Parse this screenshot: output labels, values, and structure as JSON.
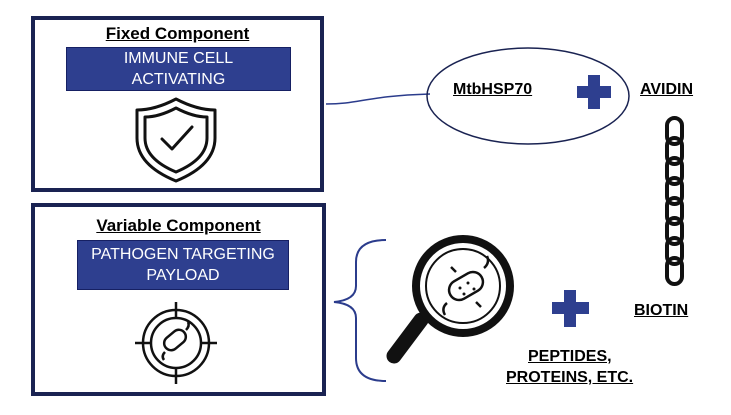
{
  "fixed": {
    "title": "Fixed Component",
    "band_line1": "IMMUNE CELL",
    "band_line2": "ACTIVATING"
  },
  "variable": {
    "title": "Variable Component",
    "band_line1": "PATHOGEN TARGETING",
    "band_line2": "PAYLOAD"
  },
  "labels": {
    "hsp": "MtbHSP70",
    "avidin": "AVIDIN",
    "biotin": "BIOTIN",
    "peptides_line1": "PEPTIDES,",
    "peptides_line2": "PROTEINS, ETC."
  },
  "colors": {
    "navy": "#1a2352",
    "band": "#2e3f8f",
    "line": "#2b3c8c"
  },
  "icons": [
    "shield-check-icon",
    "crosshair-bacteria-icon",
    "magnifier-bacteria-icon",
    "plus-icon",
    "chain-icon"
  ]
}
